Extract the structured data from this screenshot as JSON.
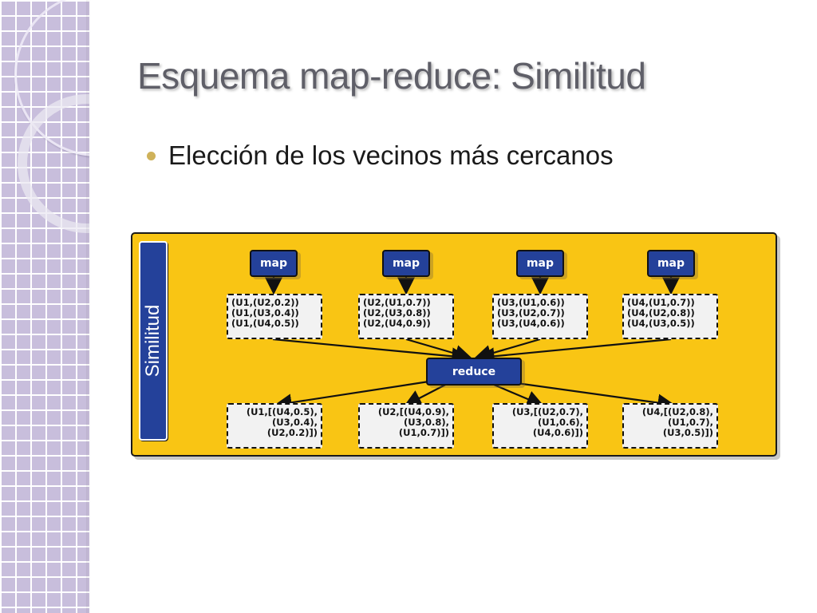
{
  "slide": {
    "title": "Esquema map-reduce: Similitud",
    "bullets": [
      "Elección de los vecinos más cercanos"
    ]
  },
  "diagram": {
    "side_label": "Similitud",
    "colors": {
      "panel": "#f9c514",
      "node": "#24419a",
      "box": "#f2f2f2",
      "bullet": "#cfb25a"
    },
    "map_nodes": [
      {
        "label": "map"
      },
      {
        "label": "map"
      },
      {
        "label": "map"
      },
      {
        "label": "map"
      }
    ],
    "map_outputs": [
      {
        "text": "(U1,(U2,0.2))\n(U1,(U3,0.4))\n(U1,(U4,0.5))"
      },
      {
        "text": "(U2,(U1,0.7))\n(U2,(U3,0.8))\n(U2,(U4,0.9))"
      },
      {
        "text": "(U3,(U1,0.6))\n(U3,(U2,0.7))\n(U3,(U4,0.6))"
      },
      {
        "text": "(U4,(U1,0.7))\n(U4,(U2,0.8))\n(U4,(U3,0.5))"
      }
    ],
    "reduce_node": {
      "label": "reduce"
    },
    "reduce_outputs": [
      {
        "text": "(U1,[(U4,0.5),\n(U3,0.4),\n(U2,0.2)])"
      },
      {
        "text": "(U2,[(U4,0.9),\n(U3,0.8),\n(U1,0.7)])"
      },
      {
        "text": "(U3,[(U2,0.7),\n(U1,0.6),\n(U4,0.6)])"
      },
      {
        "text": "(U4,[(U2,0.8),\n(U1,0.7),\n(U3,0.5)])"
      }
    ]
  }
}
